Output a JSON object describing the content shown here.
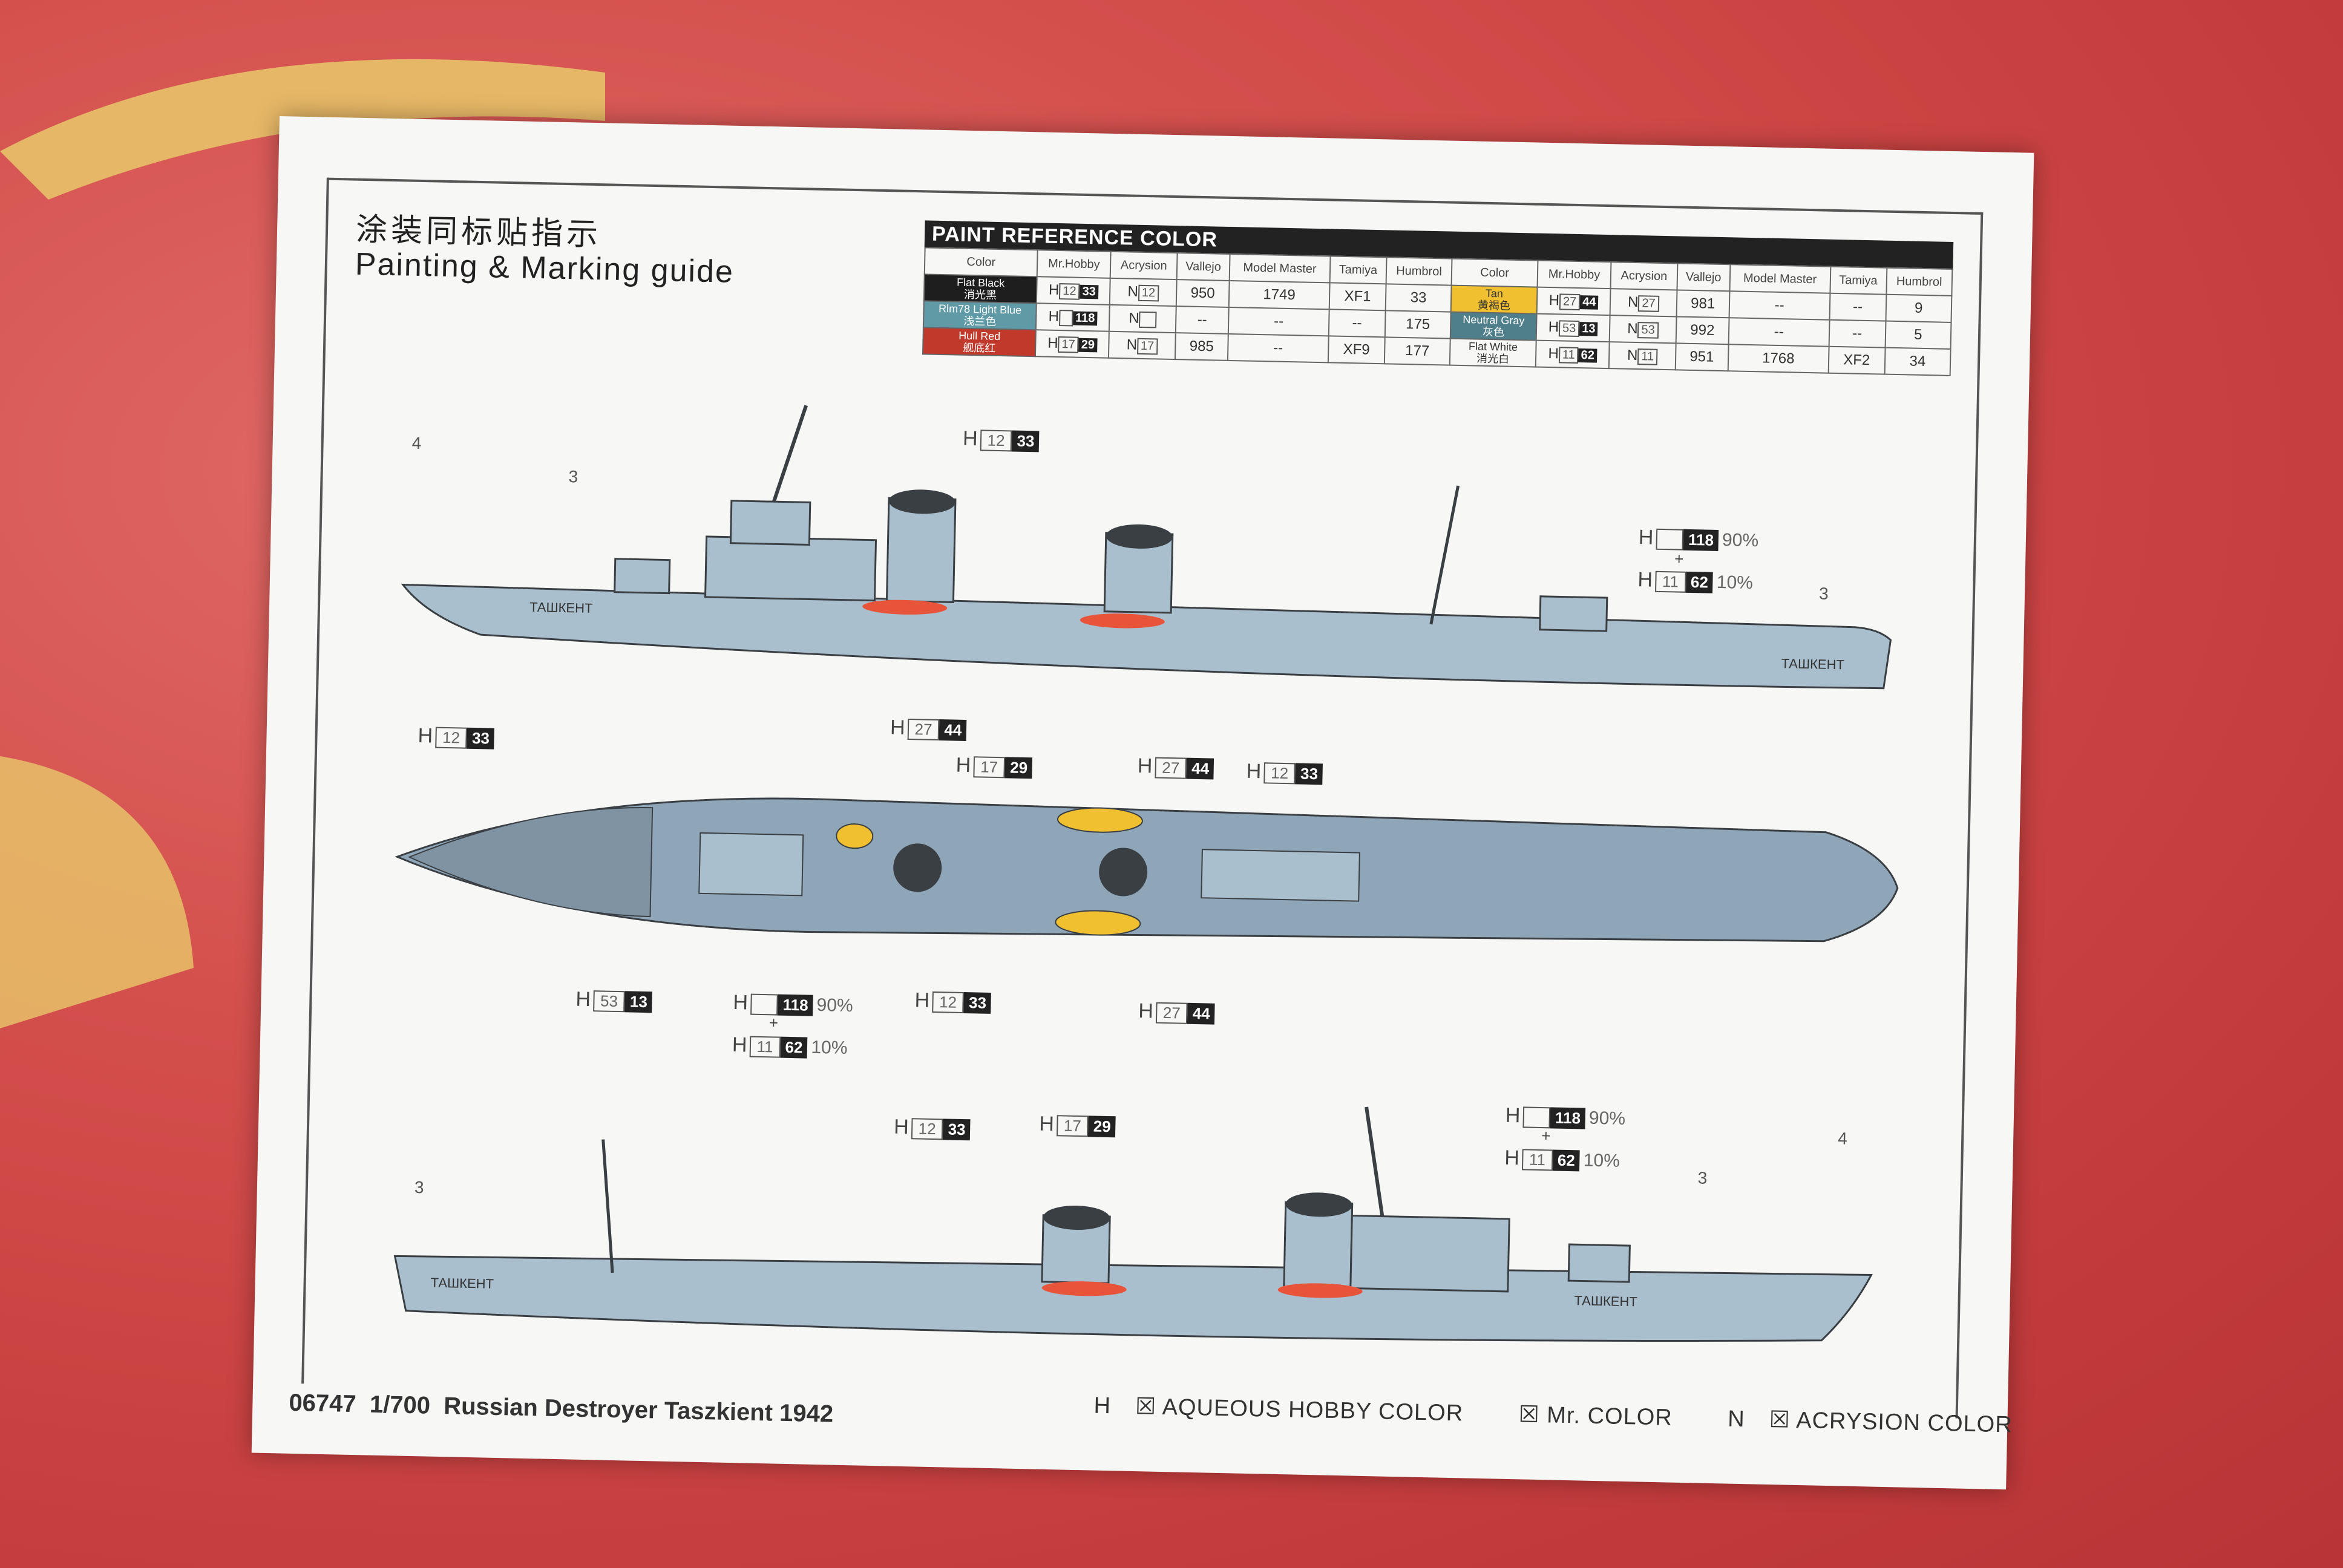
{
  "header": {
    "title_cn": "涂装同标贴指示",
    "title_en": "Painting & Marking guide"
  },
  "paint_table": {
    "title": "PAINT REFERENCE COLOR",
    "columns": [
      "Color",
      "Mr.Hobby",
      "Acrysion",
      "Vallejo",
      "Model Master",
      "Tamiya",
      "Humbrol"
    ],
    "left_rows": [
      {
        "color_en": "Flat Black",
        "color_cn": "消光黑",
        "swatch": "#1e1e1e",
        "h": "12",
        "h2": "33",
        "n": "12",
        "vallejo": "950",
        "model_master": "1749",
        "tamiya": "XF1",
        "humbrol": "33"
      },
      {
        "color_en": "Rlm78 Light Blue",
        "color_cn": "浅兰色",
        "swatch": "#5f9aa6",
        "h": "",
        "h2": "118",
        "n": "",
        "vallejo": "--",
        "model_master": "--",
        "tamiya": "--",
        "humbrol": "175"
      },
      {
        "color_en": "Hull Red",
        "color_cn": "舰底红",
        "swatch": "#c0392b",
        "h": "17",
        "h2": "29",
        "n": "17",
        "vallejo": "985",
        "model_master": "--",
        "tamiya": "XF9",
        "humbrol": "177"
      }
    ],
    "right_rows": [
      {
        "color_en": "Tan",
        "color_cn": "黄褐色",
        "swatch": "#f0c030",
        "h": "27",
        "h2": "44",
        "n": "27",
        "vallejo": "981",
        "model_master": "--",
        "tamiya": "--",
        "humbrol": "9"
      },
      {
        "color_en": "Neutral Gray",
        "color_cn": "灰色",
        "swatch": "#4f7f8a",
        "h": "53",
        "h2": "13",
        "n": "53",
        "vallejo": "992",
        "model_master": "--",
        "tamiya": "--",
        "humbrol": "5"
      },
      {
        "color_en": "Flat White",
        "color_cn": "消光白",
        "swatch": "#f7f7f5",
        "h": "11",
        "h2": "62",
        "n": "11",
        "vallejo": "951",
        "model_master": "1768",
        "tamiya": "XF2",
        "humbrol": "34"
      }
    ]
  },
  "callouts": {
    "c1": {
      "h": "H",
      "a": "12",
      "b": "33"
    },
    "c2": {
      "h": "H",
      "b": "118",
      "pct": "90%"
    },
    "c2plus": "+",
    "c3": {
      "h": "H",
      "a": "11",
      "b": "62",
      "pct": "10%"
    },
    "c4": {
      "h": "H",
      "a": "12",
      "b": "33"
    },
    "c5": {
      "h": "H",
      "a": "27",
      "b": "44"
    },
    "c6": {
      "h": "H",
      "a": "17",
      "b": "29"
    },
    "c7": {
      "h": "H",
      "a": "27",
      "b": "44"
    },
    "c8": {
      "h": "H",
      "a": "12",
      "b": "33"
    },
    "c9": {
      "h": "H",
      "a": "53",
      "b": "13"
    },
    "c10": {
      "h": "H",
      "b": "118",
      "pct": "90%"
    },
    "c10plus": "+",
    "c11": {
      "h": "H",
      "a": "11",
      "b": "62",
      "pct": "10%"
    },
    "c12": {
      "h": "H",
      "a": "12",
      "b": "33"
    },
    "c13": {
      "h": "H",
      "a": "27",
      "b": "44"
    },
    "c14": {
      "h": "H",
      "a": "12",
      "b": "33"
    },
    "c15": {
      "h": "H",
      "a": "17",
      "b": "29"
    },
    "c16": {
      "h": "H",
      "b": "118",
      "pct": "90%"
    },
    "c16plus": "+",
    "c17": {
      "h": "H",
      "a": "11",
      "b": "62",
      "pct": "10%"
    }
  },
  "ref_numbers": {
    "r1": "4",
    "r2": "3",
    "r3": "3",
    "r4": "3",
    "r5": "3",
    "r6": "4"
  },
  "ship_name": "ТАШКЕНТ",
  "legend": {
    "aqueous": "AQUEOUS HOBBY COLOR",
    "aqueous_prefix": "H",
    "mr_color": "Mr. COLOR",
    "acrysion": "ACRYSION COLOR",
    "acrysion_prefix": "N"
  },
  "footer": {
    "code": "06747",
    "scale": "1/700",
    "name": "Russian Destroyer Taszkient 1942"
  },
  "colors": {
    "hull": "#a9bfce",
    "deck": "#8fa6b8",
    "dark": "#3a3f44",
    "boat": "#e8543a",
    "tan": "#f0c030"
  }
}
